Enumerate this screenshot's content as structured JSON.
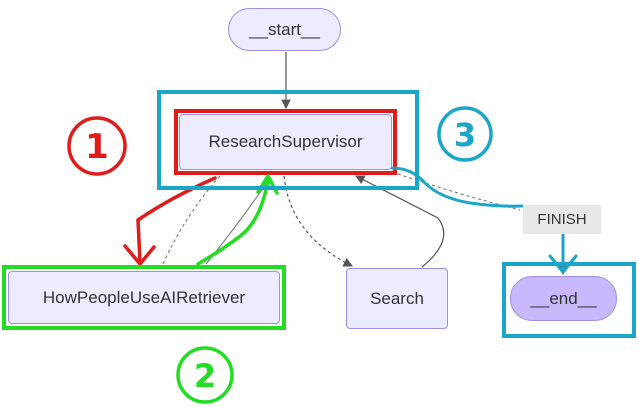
{
  "nodes": {
    "start": "__start__",
    "research_supervisor": "ResearchSupervisor",
    "retriever": "HowPeopleUseAIRetriever",
    "search": "Search",
    "end": "__end__"
  },
  "edge_labels": {
    "finish": "FINISH"
  },
  "annotations": {
    "one": "1",
    "two": "2",
    "three": "3"
  },
  "colors": {
    "node_fill": "#ecebff",
    "node_border": "#9d8ee6",
    "end_fill": "#c9b8fb",
    "edge": "#555555",
    "annotation_red": "#e01b1b",
    "annotation_green": "#22dd22",
    "annotation_blue": "#1aa5c9"
  }
}
